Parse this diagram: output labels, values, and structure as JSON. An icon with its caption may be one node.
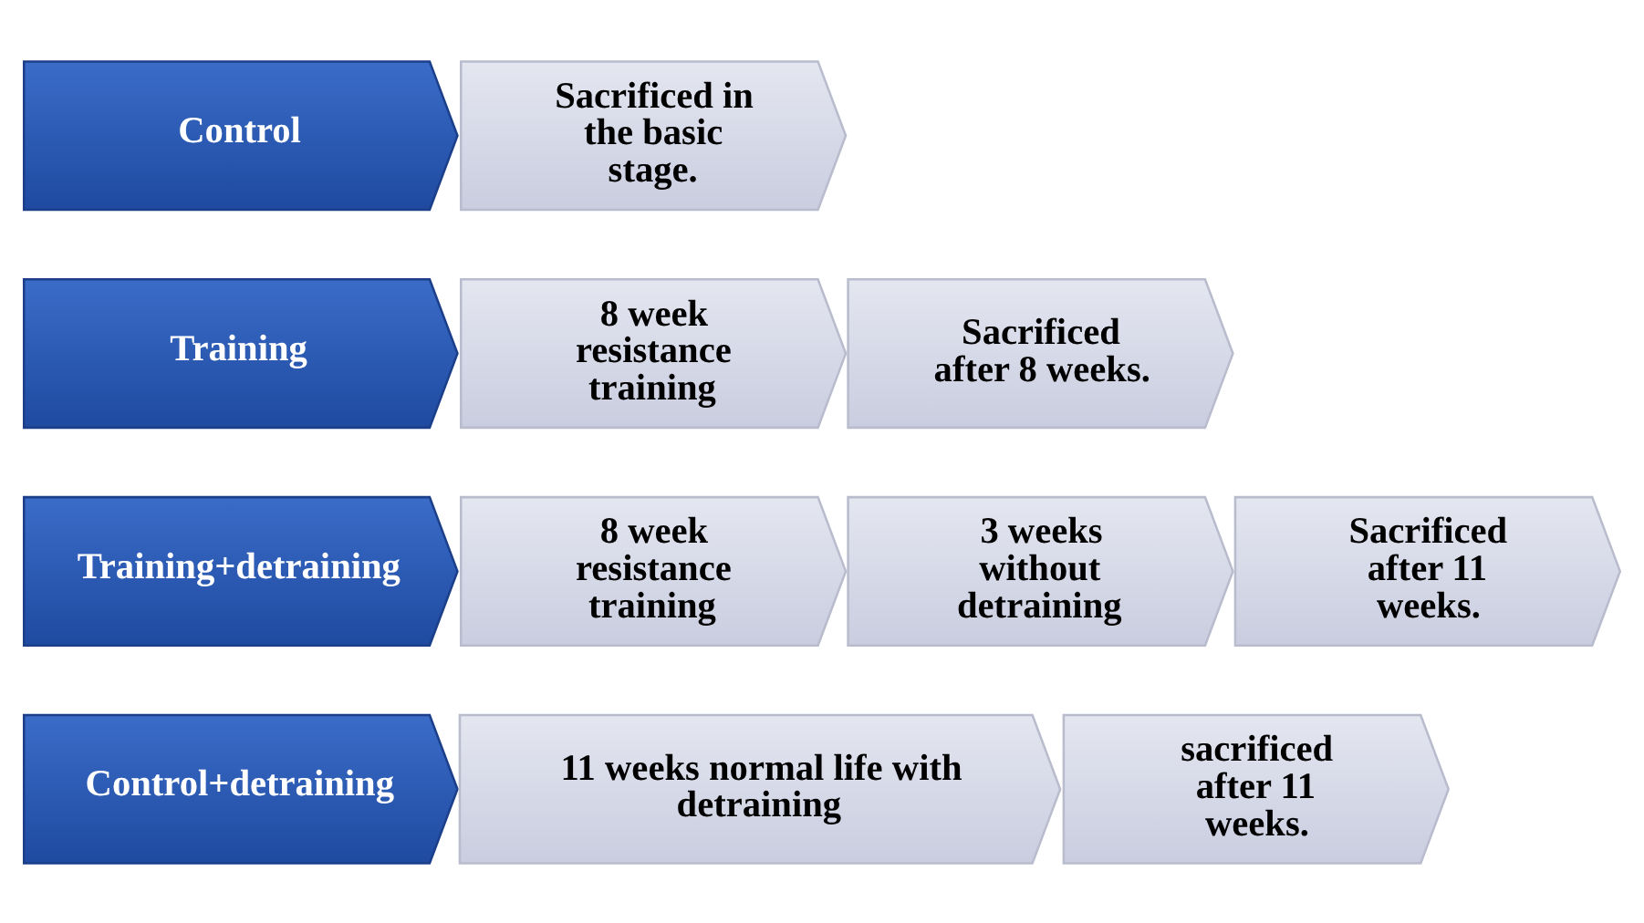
{
  "diagram": {
    "nodes": [
      {
        "text": [
          "Control"
        ]
      },
      {
        "text": [
          "Sacrificed in the basic stage."
        ]
      },
      {
        "text": [
          "Training"
        ]
      },
      {
        "text": [
          "8 week resistance training"
        ]
      },
      {
        "text": [
          "Sacrificed after 8 weeks."
        ]
      },
      {
        "text": [
          "Training+detraining"
        ]
      },
      {
        "text": [
          "8 week resistance training"
        ]
      },
      {
        "text": [
          "3 weeks without detraining"
        ]
      },
      {
        "text": [
          "Sacrificed after 11 weeks."
        ]
      },
      {
        "text": [
          "Control+detraining"
        ]
      },
      {
        "text": [
          "11 weeks normal life with detraining"
        ]
      },
      {
        "text": [
          "sacrificed after 11 weeks."
        ]
      }
    ]
  }
}
